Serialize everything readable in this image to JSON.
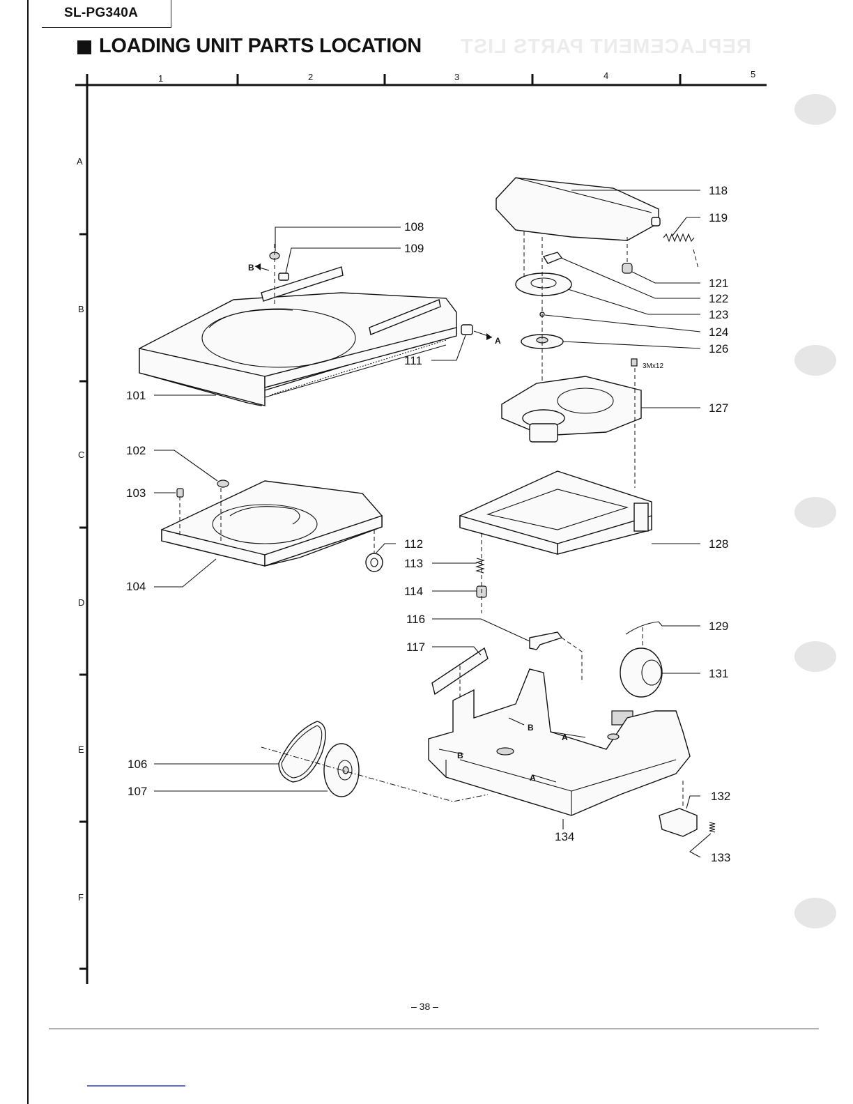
{
  "header": {
    "model": "SL-PG340A",
    "title": "LOADING UNIT PARTS LOCATION",
    "ghost_text": "REPLACEMENT PARTS LIST"
  },
  "grid": {
    "columns": [
      "1",
      "2",
      "3",
      "4",
      "5"
    ],
    "rows": [
      "A",
      "B",
      "C",
      "D",
      "E",
      "F"
    ]
  },
  "parts": {
    "p101": "101",
    "p102": "102",
    "p103": "103",
    "p104": "104",
    "p106": "106",
    "p107": "107",
    "p108": "108",
    "p109": "109",
    "p111": "111",
    "p112": "112",
    "p113": "113",
    "p114": "114",
    "p116": "116",
    "p117": "117",
    "p118": "118",
    "p119": "119",
    "p121": "121",
    "p122": "122",
    "p123": "123",
    "p124": "124",
    "p126": "126",
    "p127": "127",
    "p128": "128",
    "p129": "129",
    "p131": "131",
    "p132": "132",
    "p133": "133",
    "p134": "134"
  },
  "annotations": {
    "screw": "3Mx12",
    "a": "A",
    "b": "B"
  },
  "footer": {
    "page": "– 38 –"
  }
}
